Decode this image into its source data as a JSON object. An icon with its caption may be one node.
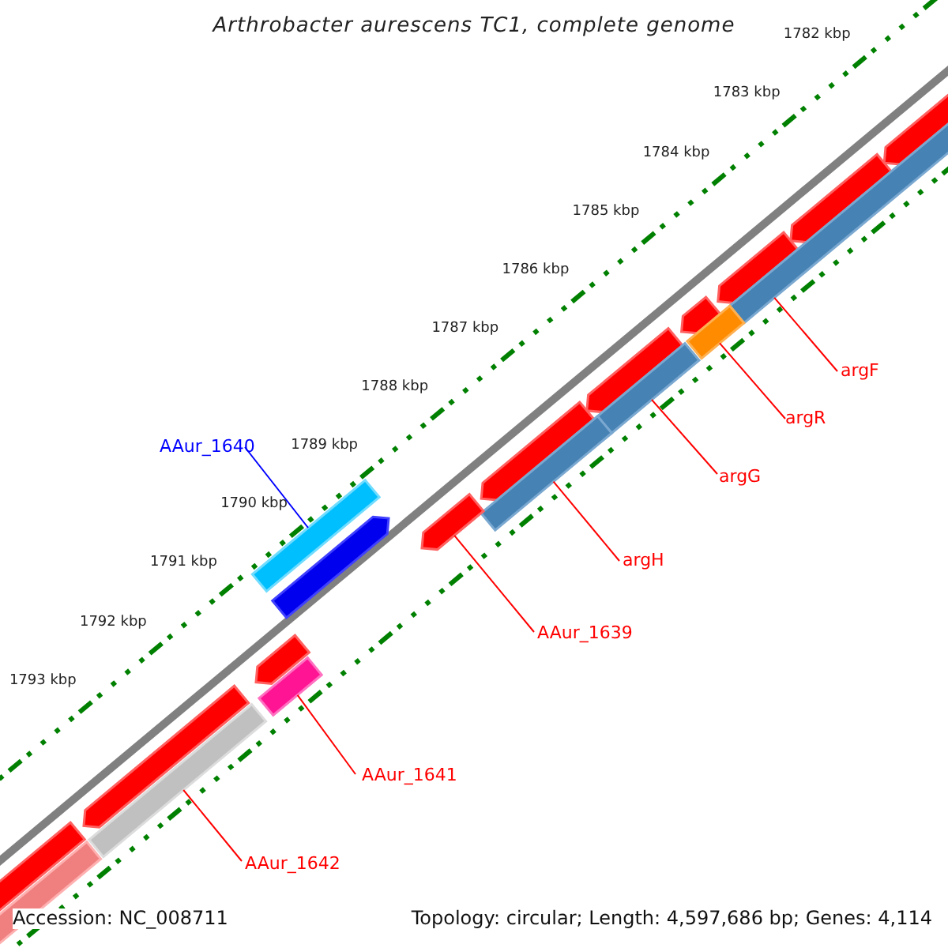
{
  "diagram": {
    "title": "Arthrobacter aurescens TC1, complete genome",
    "nodes": [
      {
        "text": [
          "AAur_1640"
        ]
      },
      {
        "text": [],
        "shape": "bar"
      },
      {
        "text": [
          "argF"
        ]
      },
      {
        "text": [],
        "shape": "bar"
      },
      {
        "text": [
          "argR"
        ]
      },
      {
        "text": [],
        "shape": "bar"
      },
      {
        "text": [
          "argG"
        ]
      },
      {
        "text": [],
        "shape": "bar"
      },
      {
        "text": [
          "argH"
        ]
      },
      {
        "text": [],
        "shape": "bar"
      },
      {
        "text": [
          "AAur_1639"
        ]
      },
      {
        "text": [],
        "shape": "bar"
      },
      {
        "text": [
          "AAur_1641"
        ]
      },
      {
        "text": [],
        "shape": "bar"
      },
      {
        "text": [
          "AAur_1642"
        ]
      },
      {
        "text": [],
        "shape": "bar"
      }
    ],
    "edges": [
      {
        "from": 0,
        "to": 1,
        "arrow": "none",
        "color": "#0000ff"
      },
      {
        "from": 2,
        "to": 3,
        "arrow": "none"
      },
      {
        "from": 4,
        "to": 5,
        "arrow": "none"
      },
      {
        "from": 6,
        "to": 7,
        "arrow": "none"
      },
      {
        "from": 8,
        "to": 9,
        "arrow": "none"
      },
      {
        "from": 10,
        "to": 11,
        "arrow": "none"
      },
      {
        "from": 12,
        "to": 13,
        "arrow": "none"
      },
      {
        "from": 14,
        "to": 15,
        "arrow": "none"
      }
    ],
    "labels": [
      "1782 kbp",
      "1783 kbp",
      "1784 kbp",
      "1785 kbp",
      "1786 kbp",
      "1787 kbp",
      "1788 kbp",
      "1789 kbp",
      "1790 kbp",
      "1791 kbp",
      "1792 kbp",
      "1793 kbp",
      "Accession: NC_008711",
      "Topology: circular; Length: 4,597,686 bp; Genes: 4,114"
    ]
  }
}
